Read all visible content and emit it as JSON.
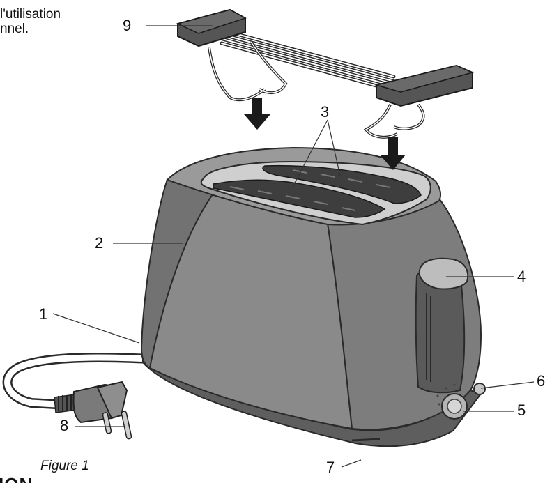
{
  "intro_text": {
    "line1": "l'utilisation",
    "line2": "nnel."
  },
  "caption": "Figure 1",
  "cut_heading": "ION",
  "callouts": [
    {
      "id": "1",
      "label": "1"
    },
    {
      "id": "2",
      "label": "2"
    },
    {
      "id": "3",
      "label": "3"
    },
    {
      "id": "4",
      "label": "4"
    },
    {
      "id": "5",
      "label": "5"
    },
    {
      "id": "6",
      "label": "6"
    },
    {
      "id": "7",
      "label": "7"
    },
    {
      "id": "8",
      "label": "8"
    },
    {
      "id": "9",
      "label": "9"
    }
  ],
  "colors": {
    "body_dark": "#6f6f6f",
    "body_mid": "#858585",
    "body_light": "#9c9c9c",
    "outline": "#2a2a2a",
    "slot": "#3e3e3e",
    "arrow": "#1a1a1a"
  }
}
